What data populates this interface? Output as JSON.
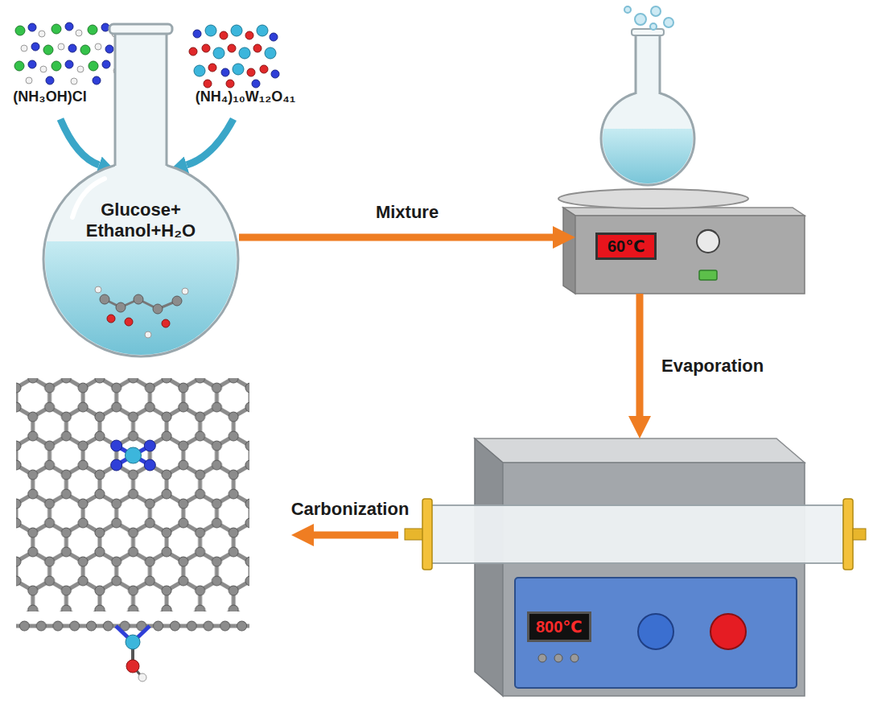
{
  "diagram": {
    "nodes": [
      {
        "text": [
          "Glucose+ Ethanol+H₂O"
        ]
      },
      {
        "text": [
          "60℃"
        ]
      },
      {
        "text": [
          "800℃"
        ]
      }
    ],
    "edges": [
      {
        "from": 0,
        "to": 1,
        "arrow": "to",
        "label": "Mixture"
      },
      {
        "from": 1,
        "to": 2,
        "arrow": "to",
        "label": "Evaporation"
      }
    ],
    "labels": [
      "(NH₃OH)Cl",
      "(NH₄)₁₀W₁₂O₄₁",
      "Carbonization"
    ]
  }
}
